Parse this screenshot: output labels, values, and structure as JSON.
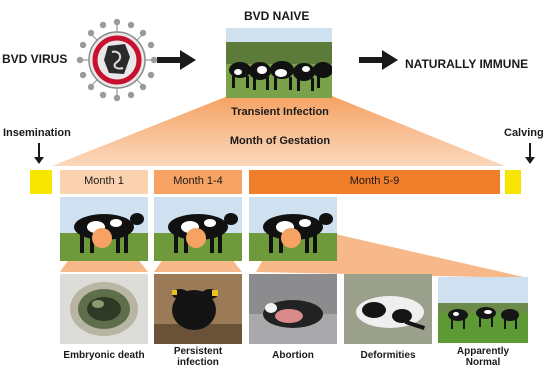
{
  "header": {
    "virus_label": "BVD VIRUS",
    "naive_label": "BVD NAIVE",
    "immune_label": "NATURALLY IMMUNE"
  },
  "cone": {
    "transient_label": "Transient Infection",
    "gestation_label": "Month of Gestation"
  },
  "timeline": {
    "insemination_label": "Insemination",
    "calving_label": "Calving",
    "segments": [
      {
        "label": "Month 1"
      },
      {
        "label": "Month 1-4"
      },
      {
        "label": "Month 5-9"
      }
    ]
  },
  "outcomes": [
    {
      "label": "Embryonic death"
    },
    {
      "label_line1": "Persistent",
      "label_line2": "infection"
    },
    {
      "label": "Abortion"
    },
    {
      "label": "Deformities"
    },
    {
      "label_line1": "Apparently",
      "label_line2": "Normal"
    }
  ],
  "colors": {
    "orange_dark": "#f07d2a",
    "orange_mid": "#f5a263",
    "orange_light": "#fbd2b0",
    "yellow": "#f7e600",
    "virus_red": "#c8102e",
    "arrow": "#1a1a1a"
  },
  "icons": {
    "virus": "virus-particle-icon",
    "arrow_right": "arrow-right-icon",
    "arrow_down": "arrow-down-icon"
  }
}
